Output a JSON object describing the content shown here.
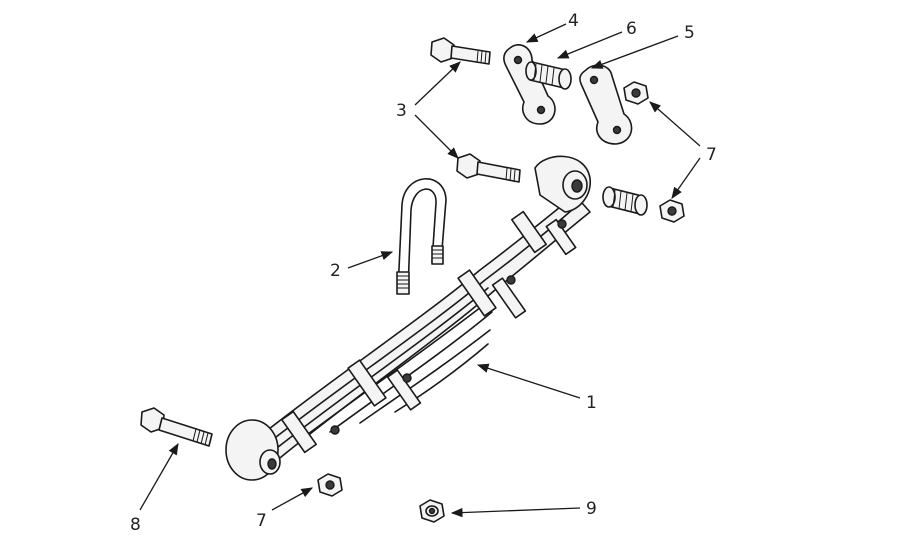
{
  "callouts": [
    {
      "id": "1",
      "label": "1"
    },
    {
      "id": "2",
      "label": "2"
    },
    {
      "id": "3",
      "label": "3"
    },
    {
      "id": "4",
      "label": "4"
    },
    {
      "id": "5",
      "label": "5"
    },
    {
      "id": "6",
      "label": "6"
    },
    {
      "id": "7a",
      "label": "7"
    },
    {
      "id": "7b",
      "label": "7"
    },
    {
      "id": "8",
      "label": "8"
    },
    {
      "id": "9",
      "label": "9"
    }
  ]
}
